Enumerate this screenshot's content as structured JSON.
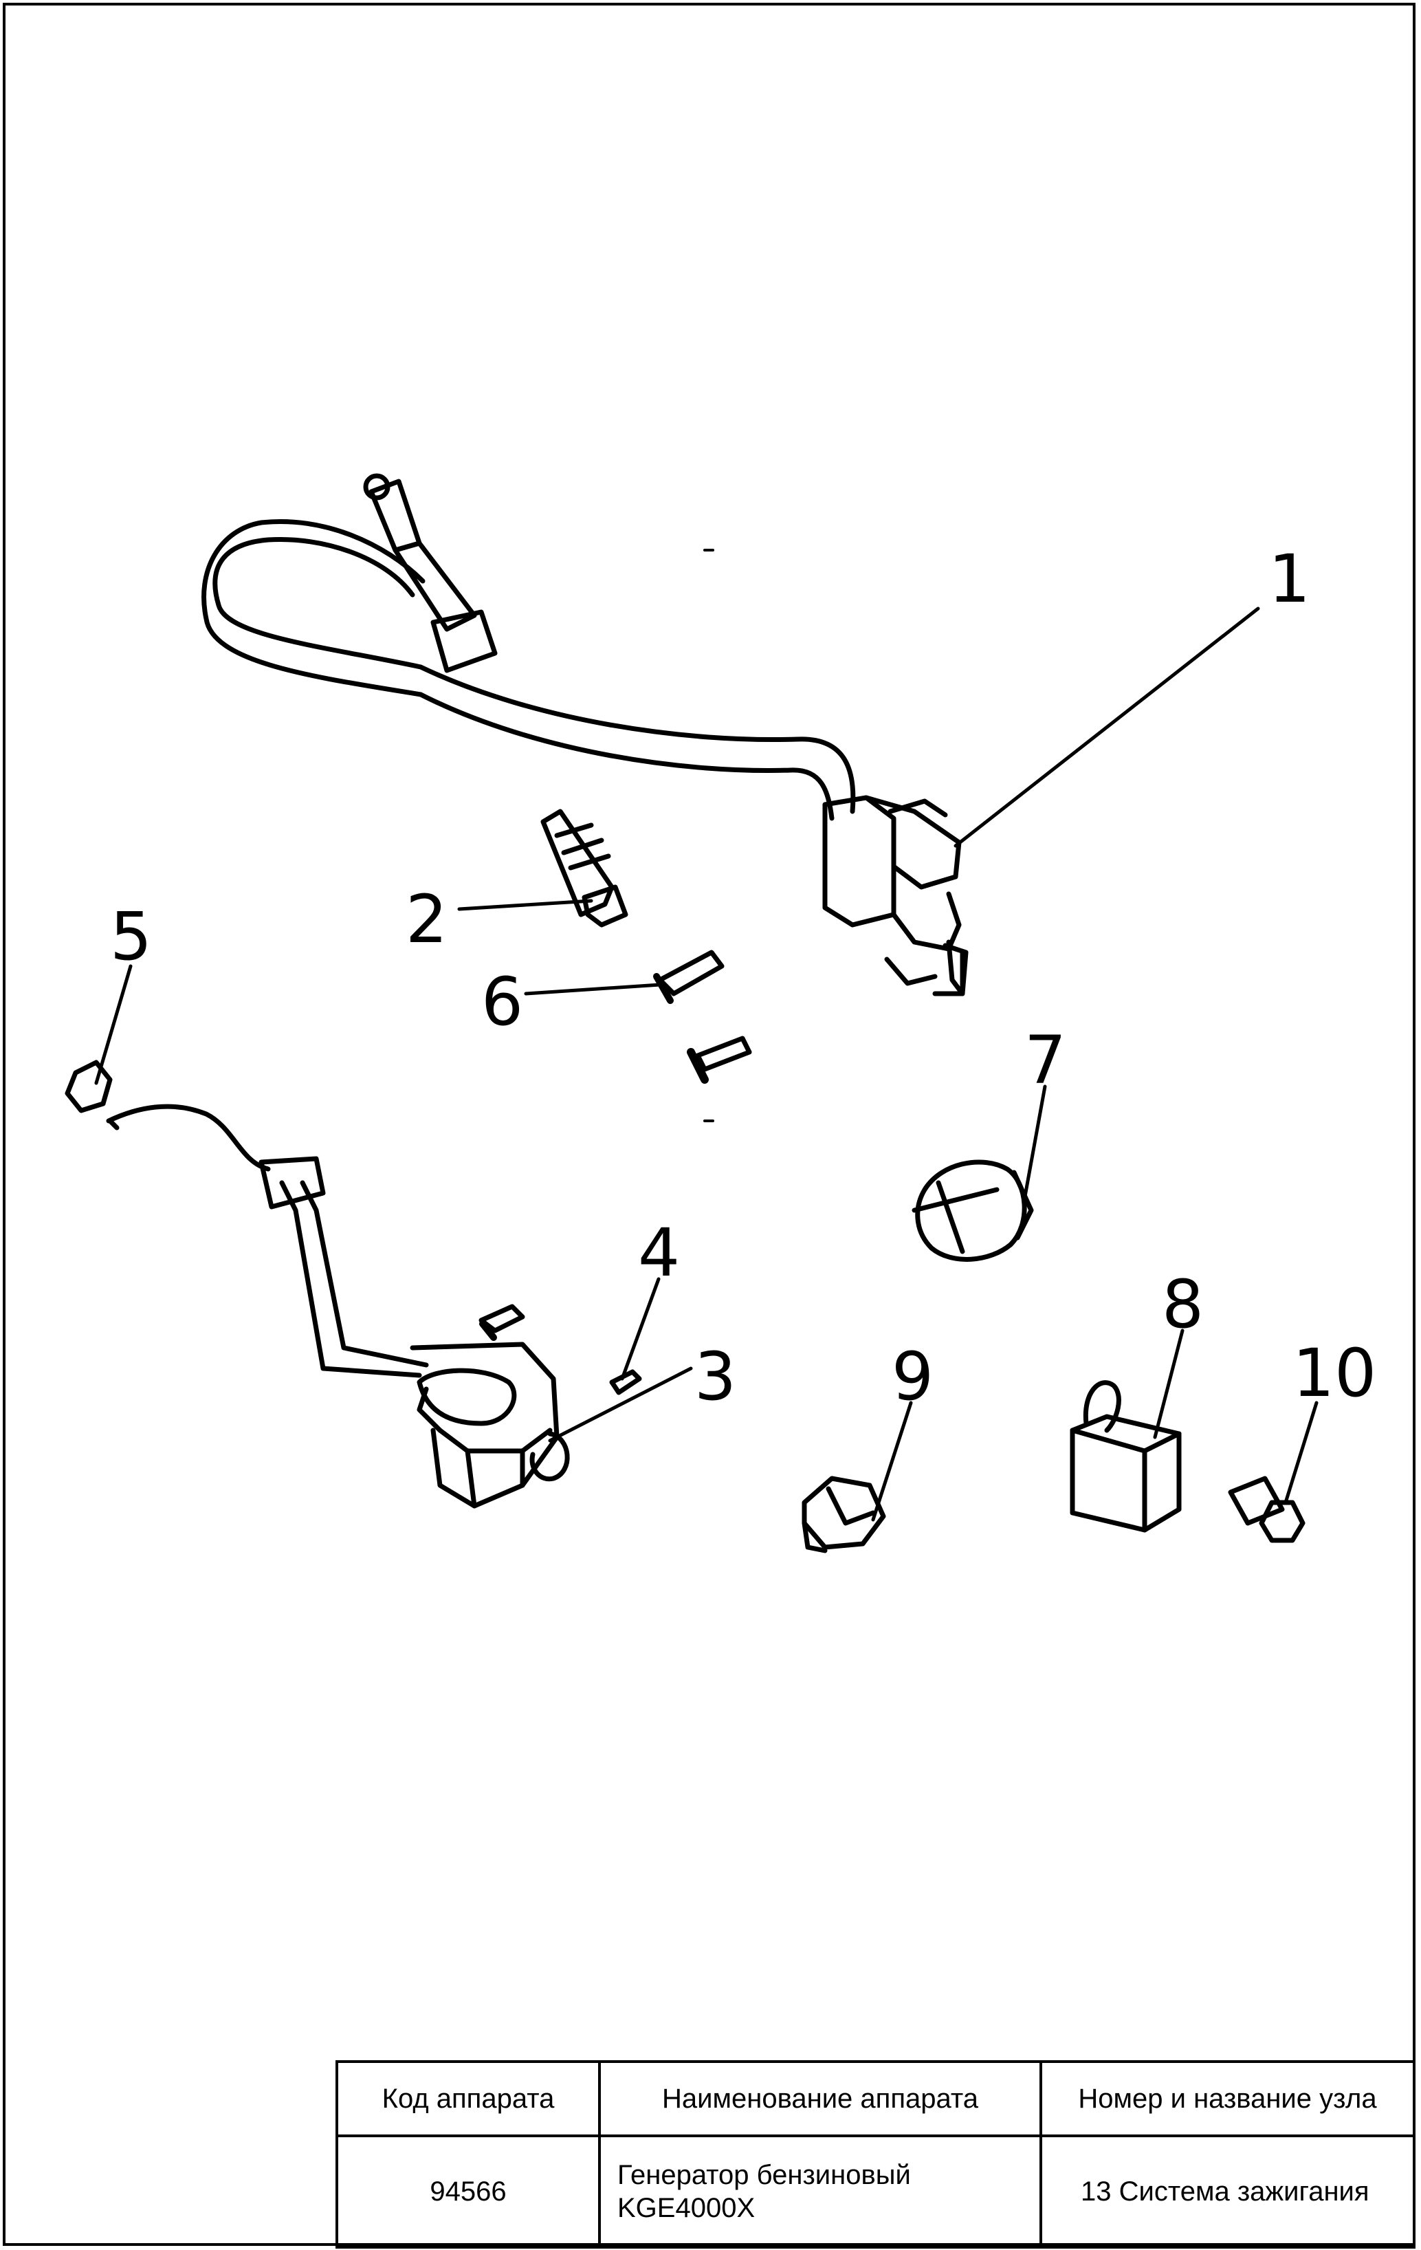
{
  "callouts": [
    "1",
    "2",
    "3",
    "4",
    "5",
    "6",
    "7",
    "8",
    "9",
    "10"
  ],
  "stamp": {
    "headers": [
      "Код аппарата",
      "Наименование аппарата",
      "Номер и название узла"
    ],
    "code": "94566",
    "name_lines": [
      "Генератор бензиновый",
      "KGE4000X"
    ],
    "node": "13 Система зажигания"
  }
}
